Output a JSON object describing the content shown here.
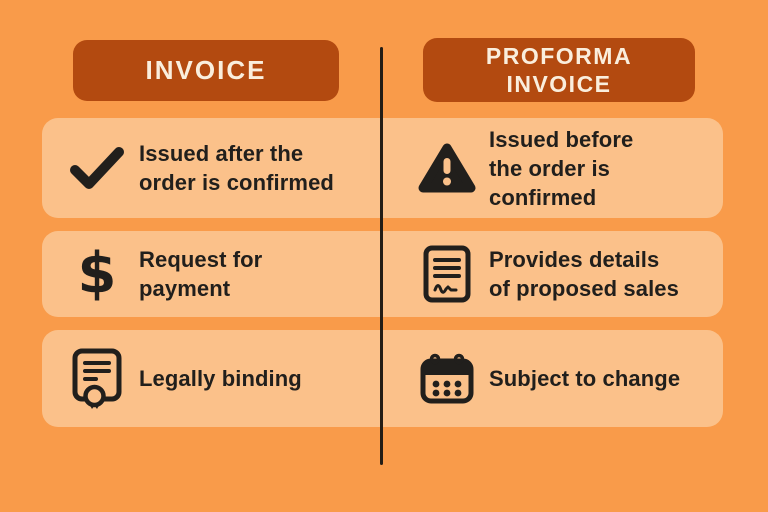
{
  "theme": {
    "background": "#F99B4A",
    "card": "#FBC18A",
    "header_bg": "#B34A10",
    "header_text": "#FAEEDD",
    "text": "#211F1C",
    "divider": "#241D15"
  },
  "headers": {
    "left": "INVOICE",
    "right": "PROFORMA\nINVOICE"
  },
  "rows": [
    {
      "left": {
        "icon": "check-icon",
        "text": "Issued after the\norder is confirmed"
      },
      "right": {
        "icon": "warning-icon",
        "text": "Issued before\nthe order is\nconfirmed"
      }
    },
    {
      "left": {
        "icon": "dollar-icon",
        "glyph": "$",
        "text": "Request for\npayment"
      },
      "right": {
        "icon": "signed-document-icon",
        "text": "Provides details\nof proposed sales"
      }
    },
    {
      "left": {
        "icon": "certificate-icon",
        "text": "Legally binding"
      },
      "right": {
        "icon": "calendar-icon",
        "text": "Subject to change"
      }
    }
  ]
}
